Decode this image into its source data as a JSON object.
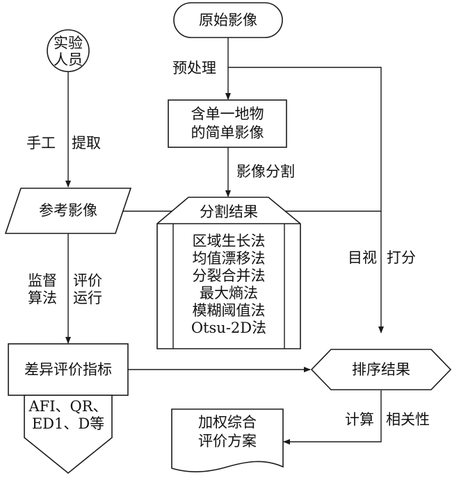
{
  "nodes": {
    "original_image": "原始影像",
    "experimenter": [
      "实验",
      "人员"
    ],
    "single_feature_image": [
      "含单一地物",
      "的简单影像"
    ],
    "reference_image": "参考影像",
    "segmentation_result": "分割结果",
    "methods": [
      "区域生长法",
      "均值漂移法",
      "分裂合并法",
      "最大熵法",
      "模糊阈值法",
      "Otsu-2D法"
    ],
    "difference_index": "差异评价指标",
    "metrics": [
      "AFI、QR、",
      "ED1、D等"
    ],
    "ranking_result": "排序结果",
    "weighted_scheme": [
      "加权综合",
      "评价方案"
    ]
  },
  "edges": {
    "preprocess": "预处理",
    "manual": "手工",
    "extract": "提取",
    "segmentation": "影像分割",
    "supervised": [
      "监督",
      "算法"
    ],
    "evaluation": [
      "评价",
      "运行"
    ],
    "visual": "目视",
    "score": "打分",
    "compute": "计算",
    "correlation": "相关性"
  }
}
